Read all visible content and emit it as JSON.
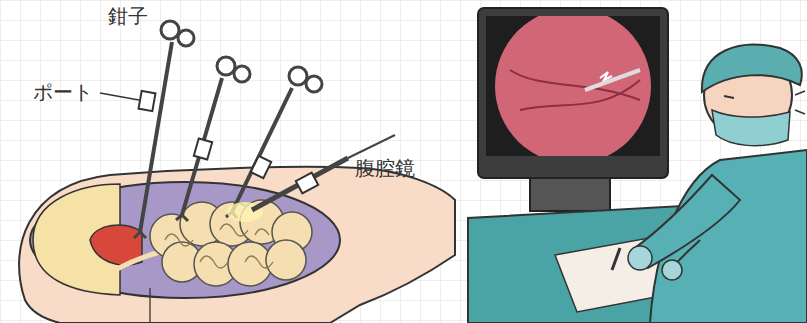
{
  "diagram": {
    "labels": [
      "鉗子",
      "ポート",
      "腹腔鏡"
    ]
  }
}
